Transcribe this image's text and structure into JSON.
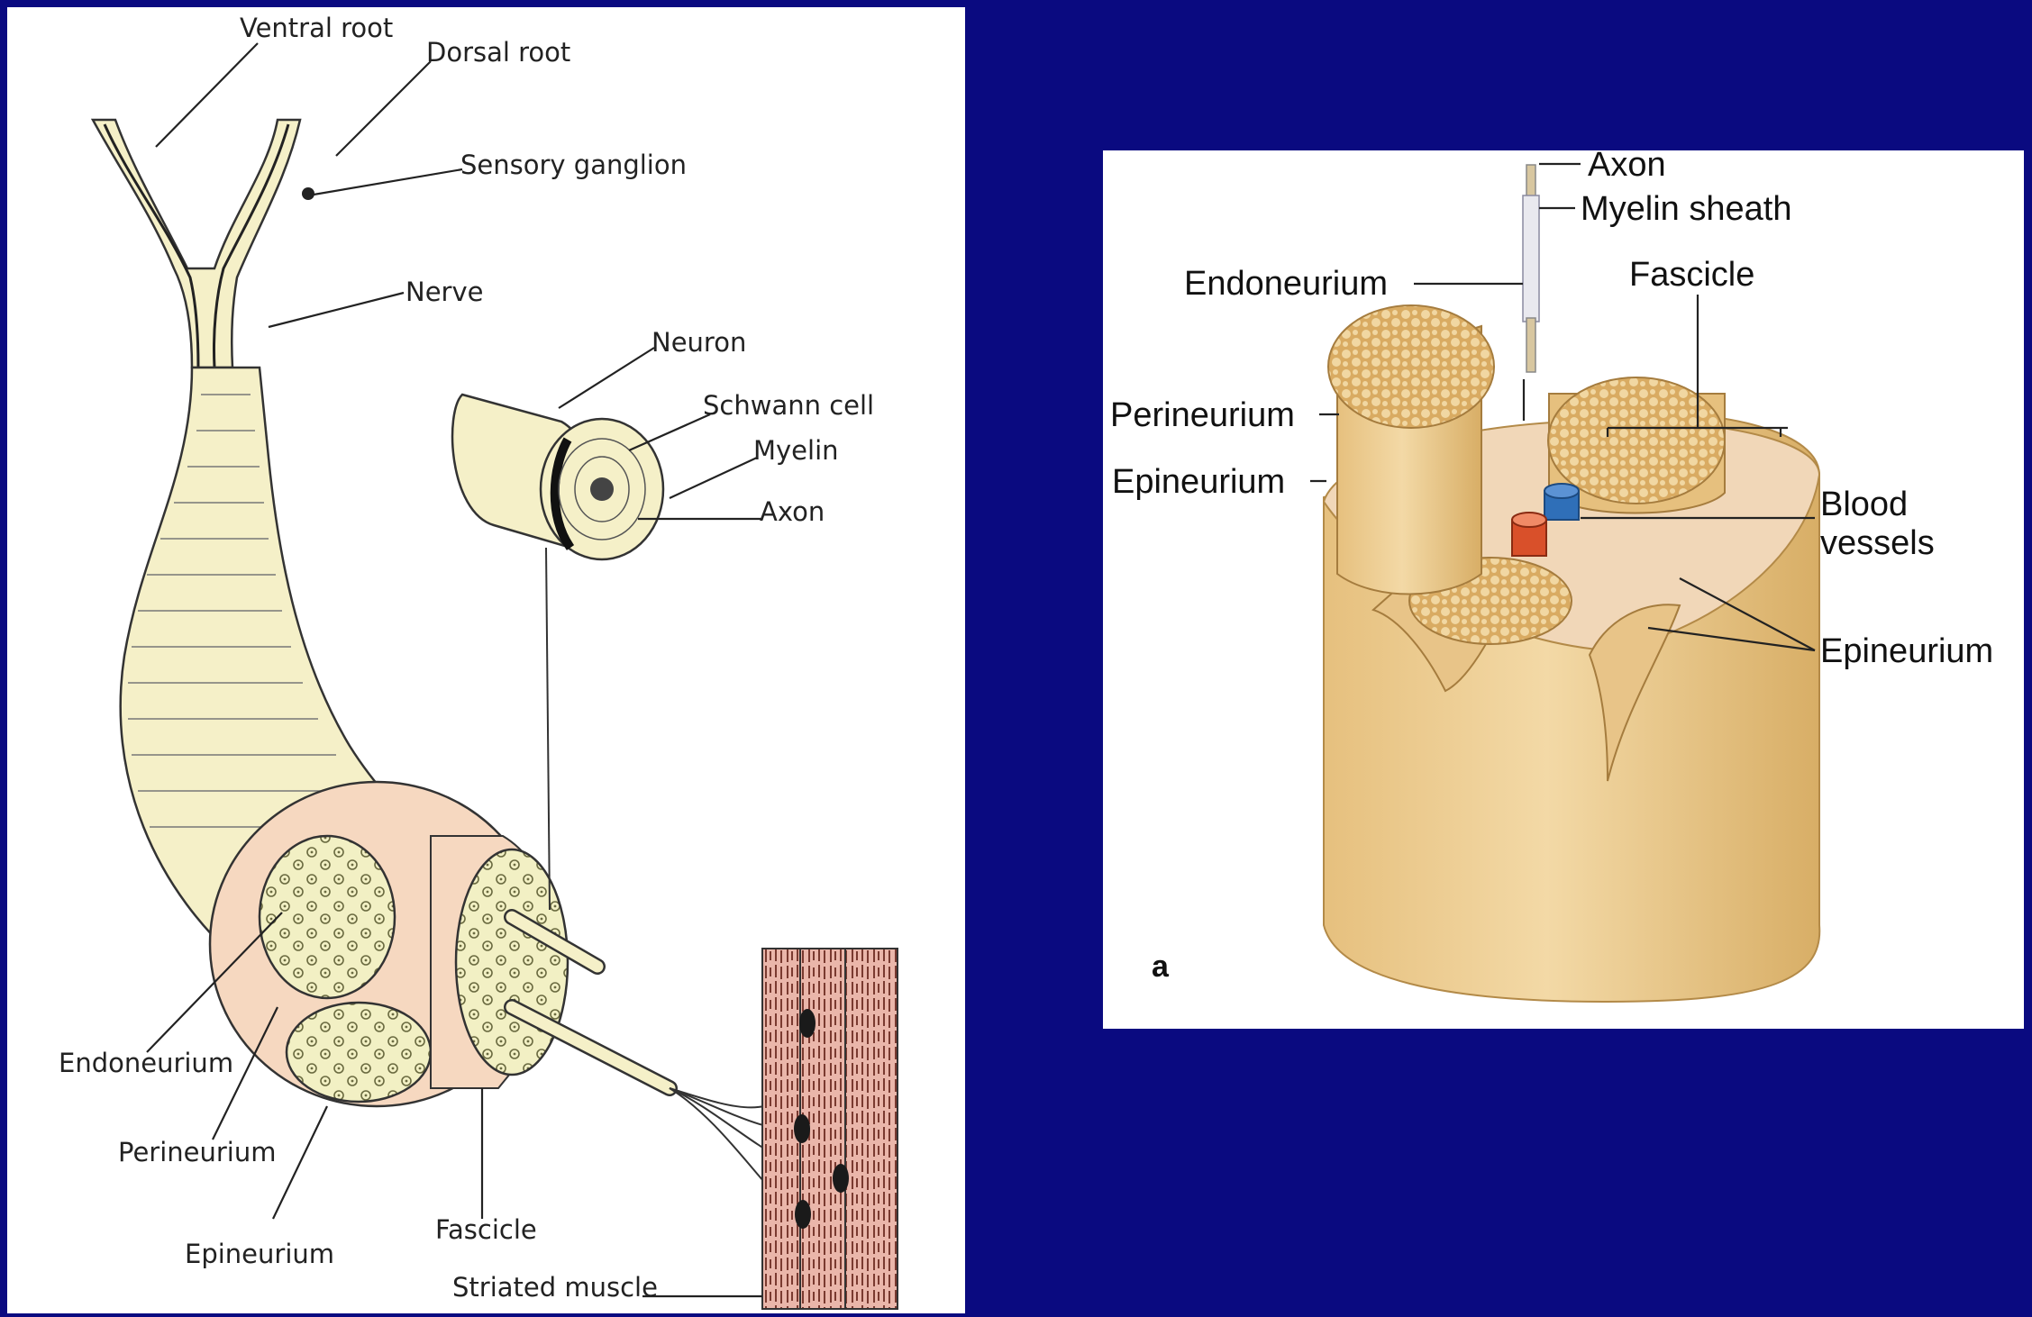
{
  "left_diagram": {
    "labels": {
      "ventral_root": "Ventral root",
      "dorsal_root": "Dorsal root",
      "sensory_ganglion": "Sensory ganglion",
      "nerve": "Nerve",
      "neuron": "Neuron",
      "schwann_cell": "Schwann cell",
      "myelin": "Myelin",
      "axon": "Axon",
      "endoneurium": "Endoneurium",
      "perineurium": "Perineurium",
      "epineurium": "Epineurium",
      "fascicle": "Fascicle",
      "striated_muscle": "Striated muscle"
    }
  },
  "right_diagram": {
    "panel_letter": "a",
    "labels": {
      "axon": "Axon",
      "myelin_sheath": "Myelin sheath",
      "endoneurium": "Endoneurium",
      "fascicle": "Fascicle",
      "perineurium": "Perineurium",
      "epineurium_upper": "Epineurium",
      "blood_vessels_line1": "Blood",
      "blood_vessels_line2": "vessels",
      "epineurium_lower": "Epineurium"
    }
  },
  "colors": {
    "background": "#0a0a80",
    "nerve_fill": "#f5f0c8",
    "epineurium_pink": "#f6d8c0",
    "muscle_pink": "#e8b4a8",
    "tan_light": "#f0d39a",
    "tan_dark": "#d9ab62",
    "vessel_blue": "#2f6fb8",
    "vessel_red": "#d9502a"
  }
}
